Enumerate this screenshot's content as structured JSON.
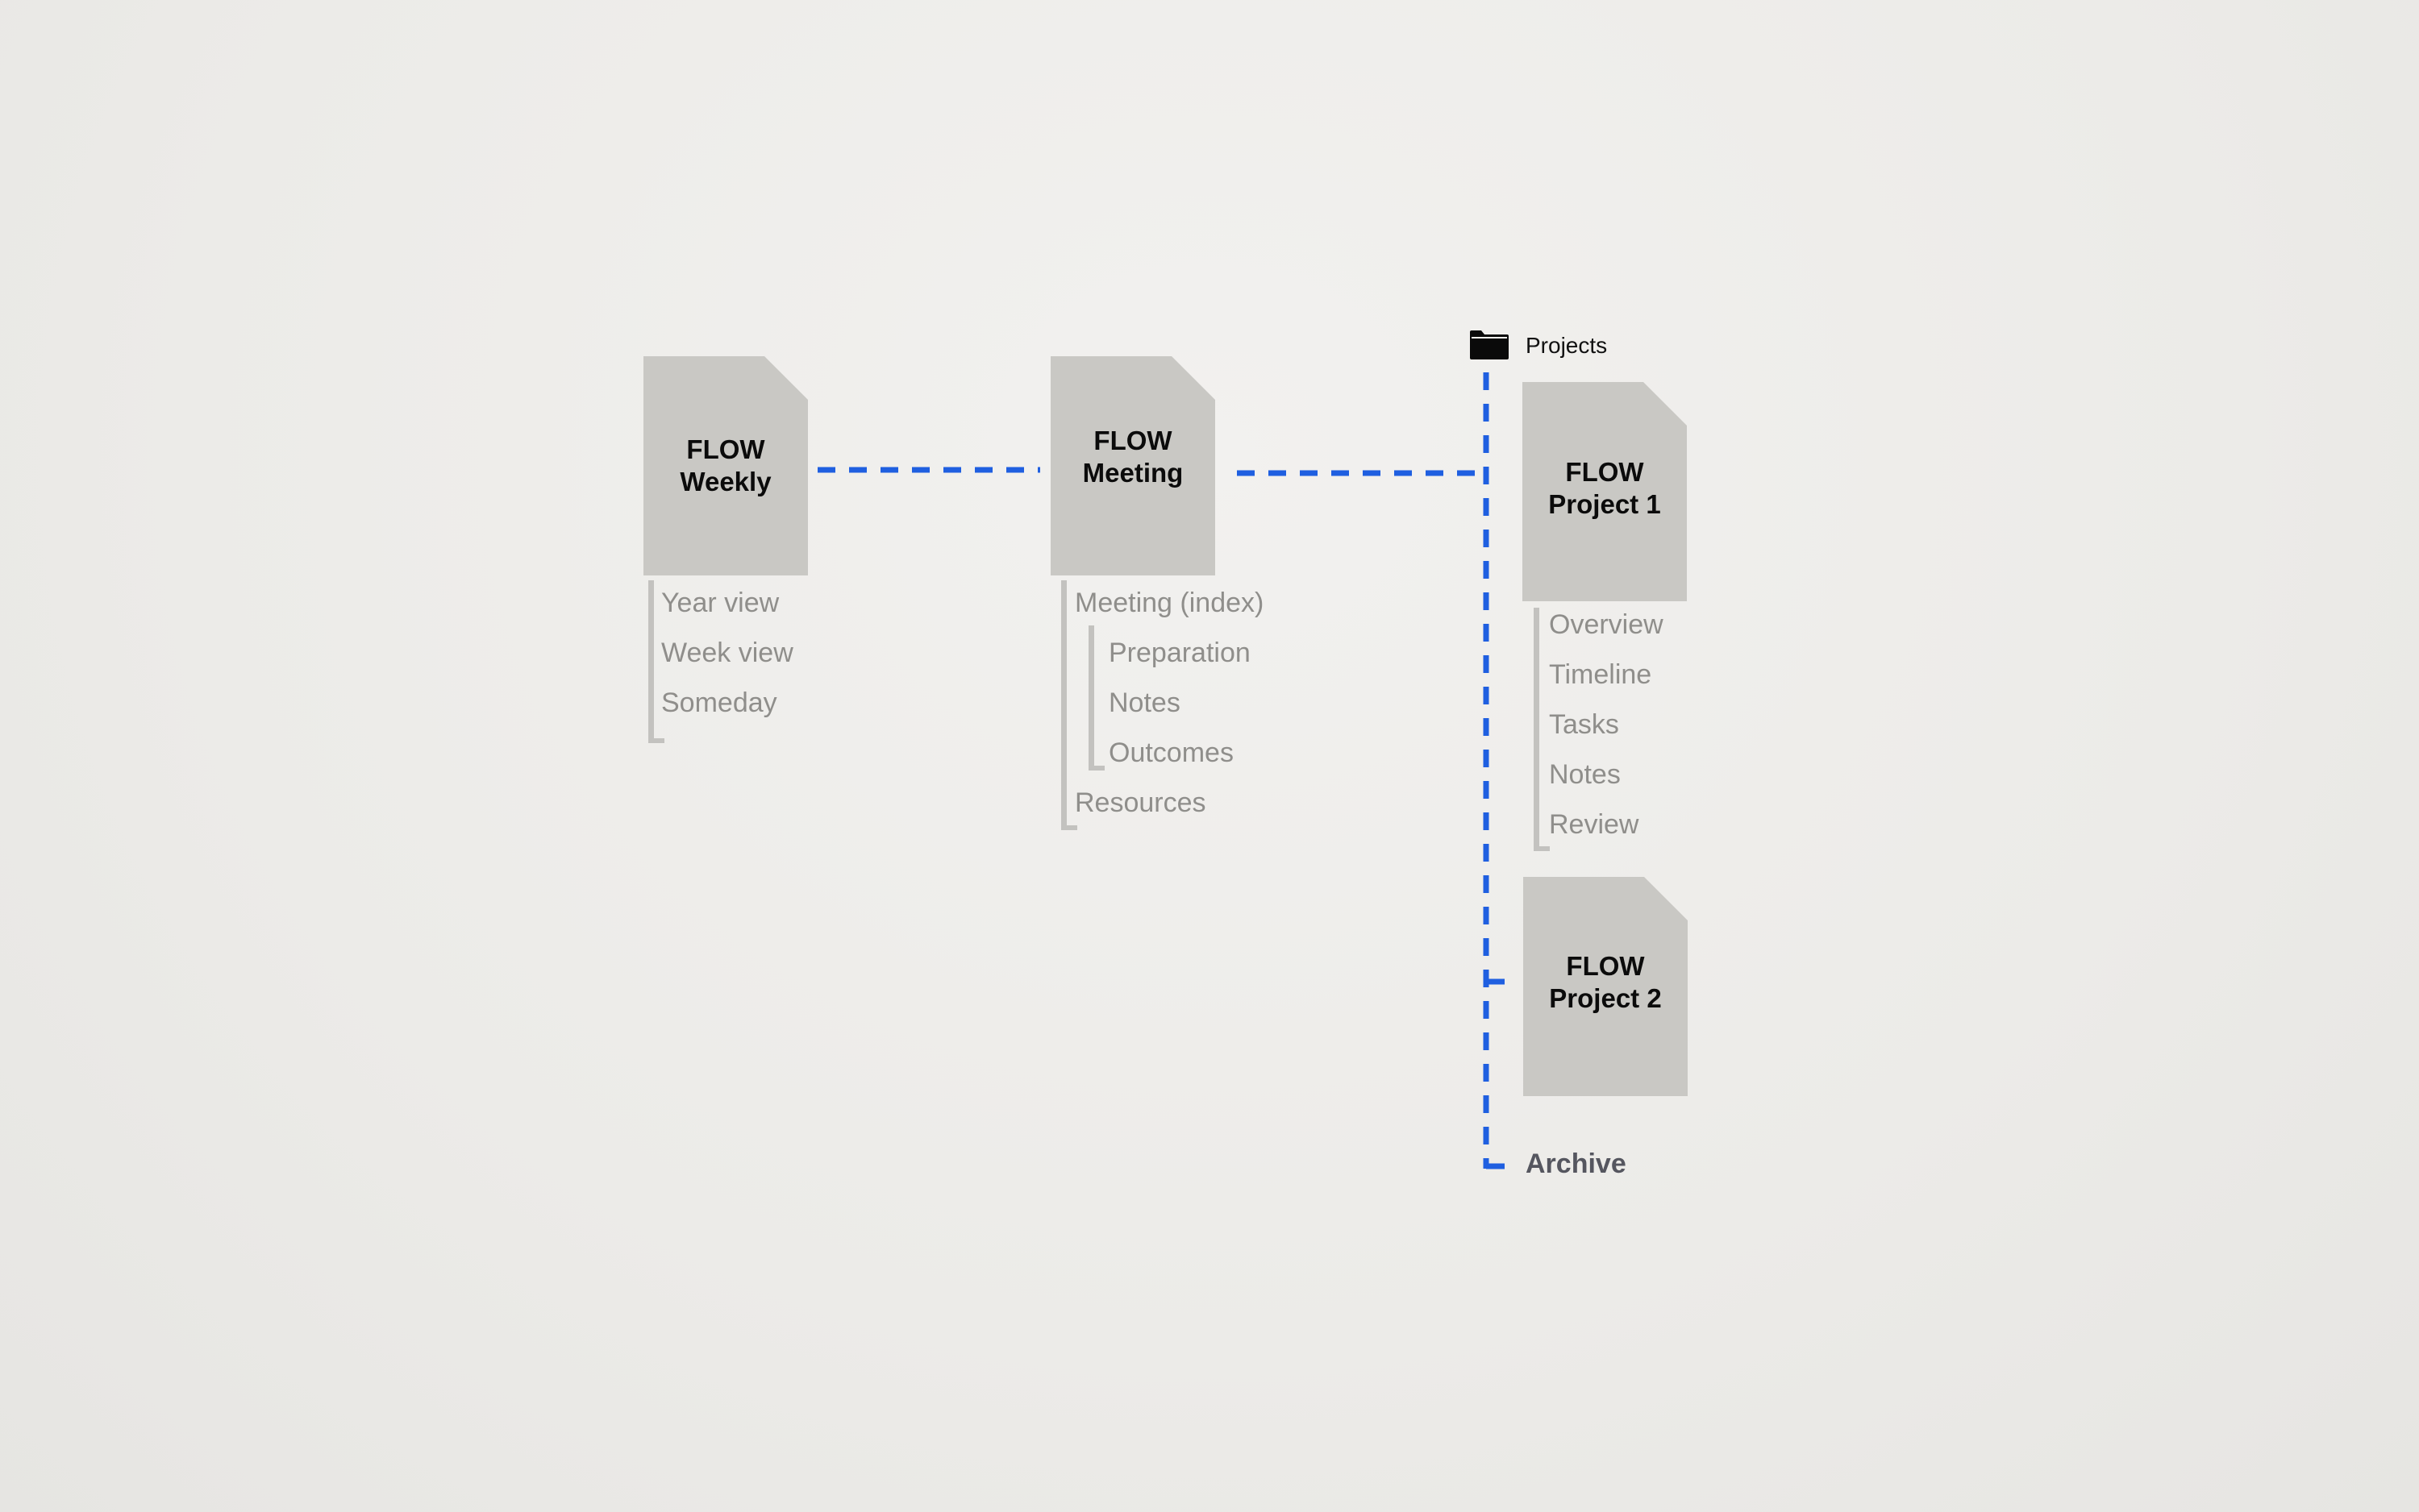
{
  "colors": {
    "connector": "#1f5fe0",
    "document_fill": "#c9c8c4",
    "item_text": "#8f8e8b",
    "archive_text": "#55565f"
  },
  "weekly": {
    "title_line1": "FLOW",
    "title_line2": "Weekly",
    "items": [
      "Year view",
      "Week view",
      "Someday"
    ]
  },
  "meeting": {
    "title_line1": "FLOW",
    "title_line2": "Meeting",
    "items": {
      "index": "Meeting (index)",
      "preparation": "Preparation",
      "notes": "Notes",
      "outcomes": "Outcomes",
      "resources": "Resources"
    }
  },
  "projects_folder": {
    "label": "Projects",
    "icon": "folder-icon"
  },
  "project1": {
    "title_line1": "FLOW",
    "title_line2": "Project 1",
    "items": [
      "Overview",
      "Timeline",
      "Tasks",
      "Notes",
      "Review"
    ]
  },
  "project2": {
    "title_line1": "FLOW",
    "title_line2": "Project 2"
  },
  "archive": {
    "label": "Archive"
  }
}
